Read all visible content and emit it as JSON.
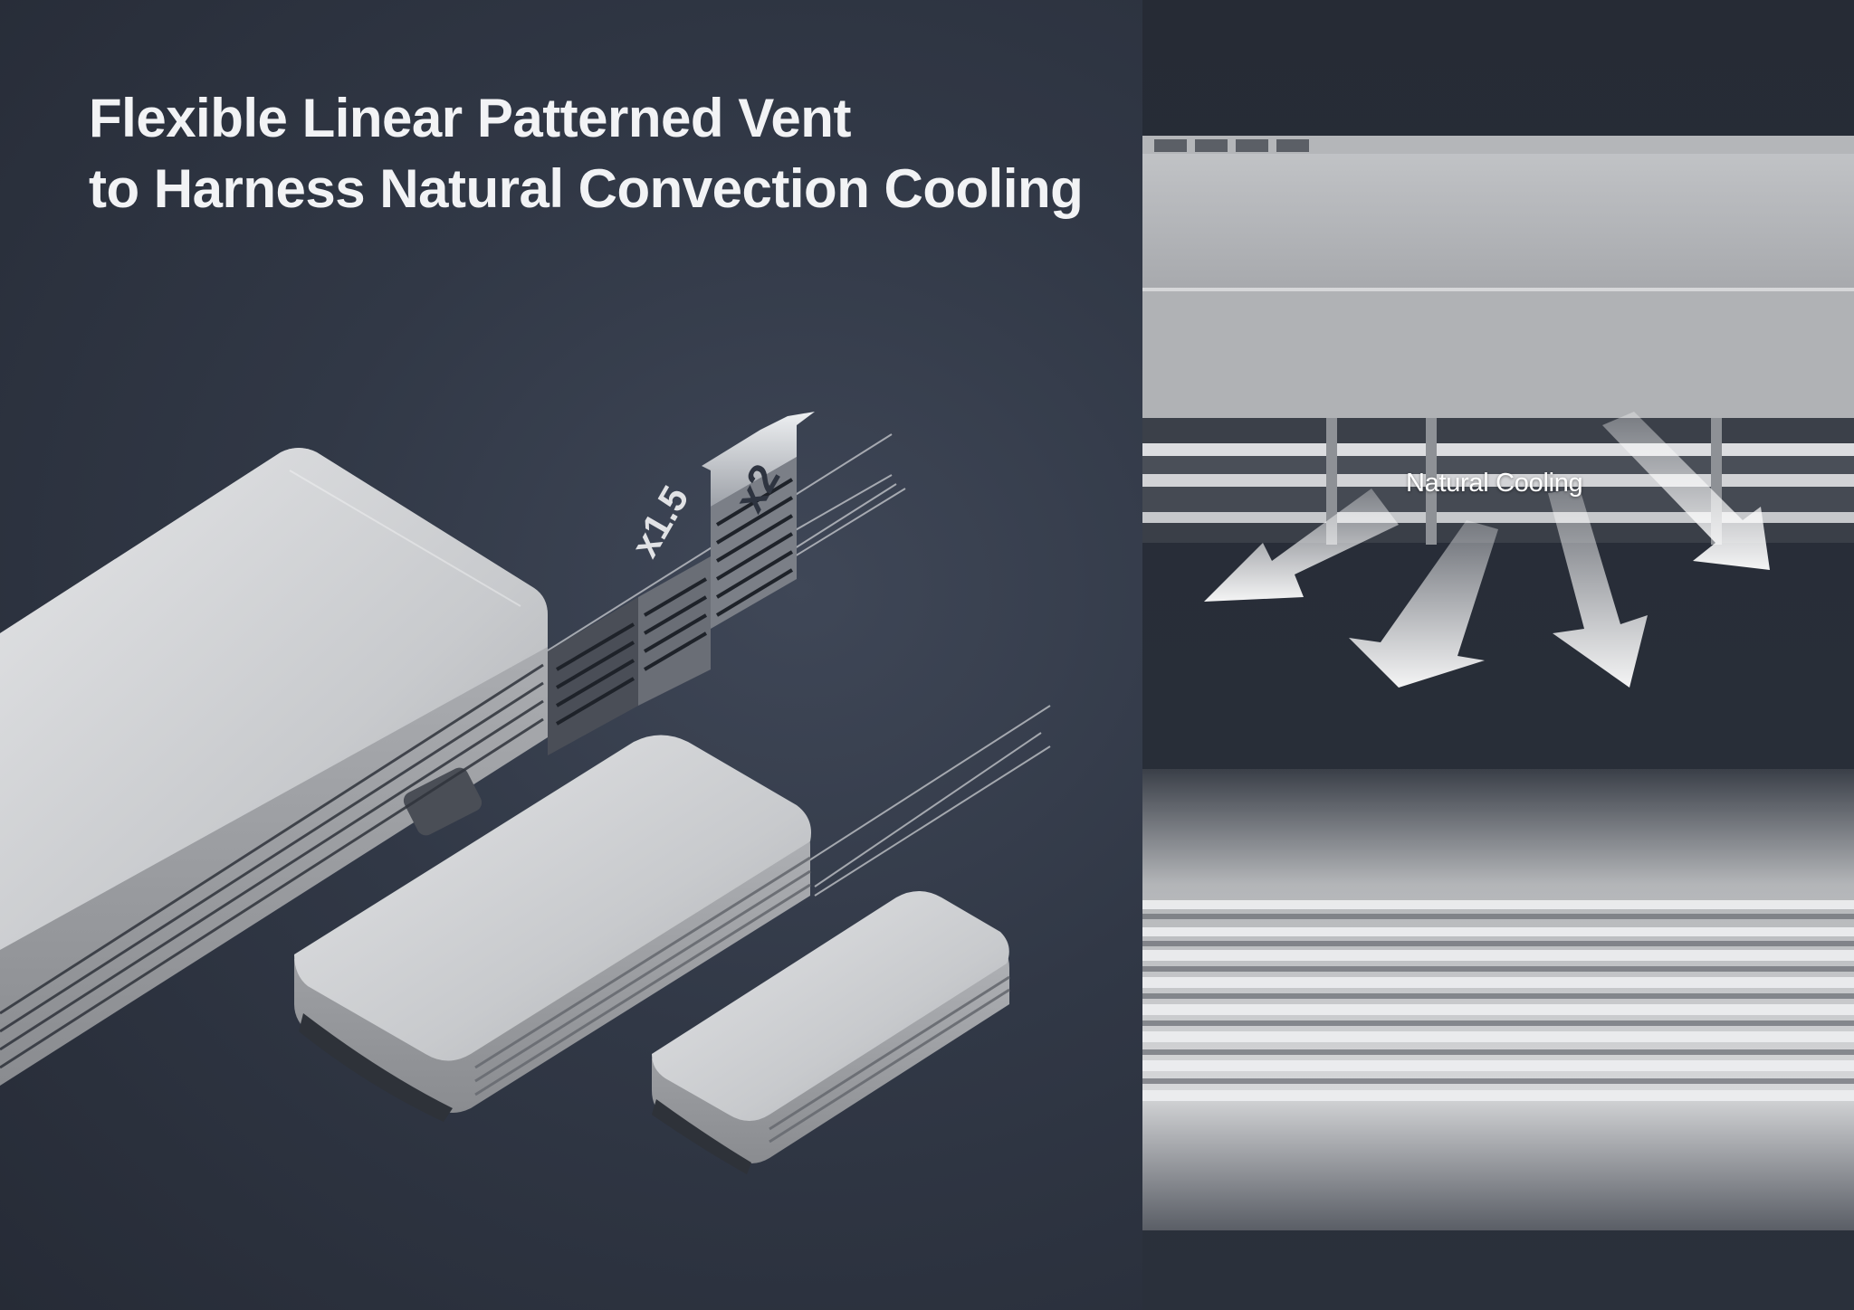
{
  "headline": {
    "line1": "Flexible Linear Patterned Vent",
    "line2": "to Harness Natural Convection Cooling"
  },
  "airflow_labels": {
    "low": "x1.5",
    "high": "x2"
  },
  "right_panel": {
    "caption": "Natural Cooling"
  },
  "colors": {
    "background": "#2f3543",
    "device_body": "#c9cbcf",
    "text": "#f2f3f5"
  },
  "icons": [
    "up-arrow-icon",
    "airflow-arrow-icon"
  ]
}
